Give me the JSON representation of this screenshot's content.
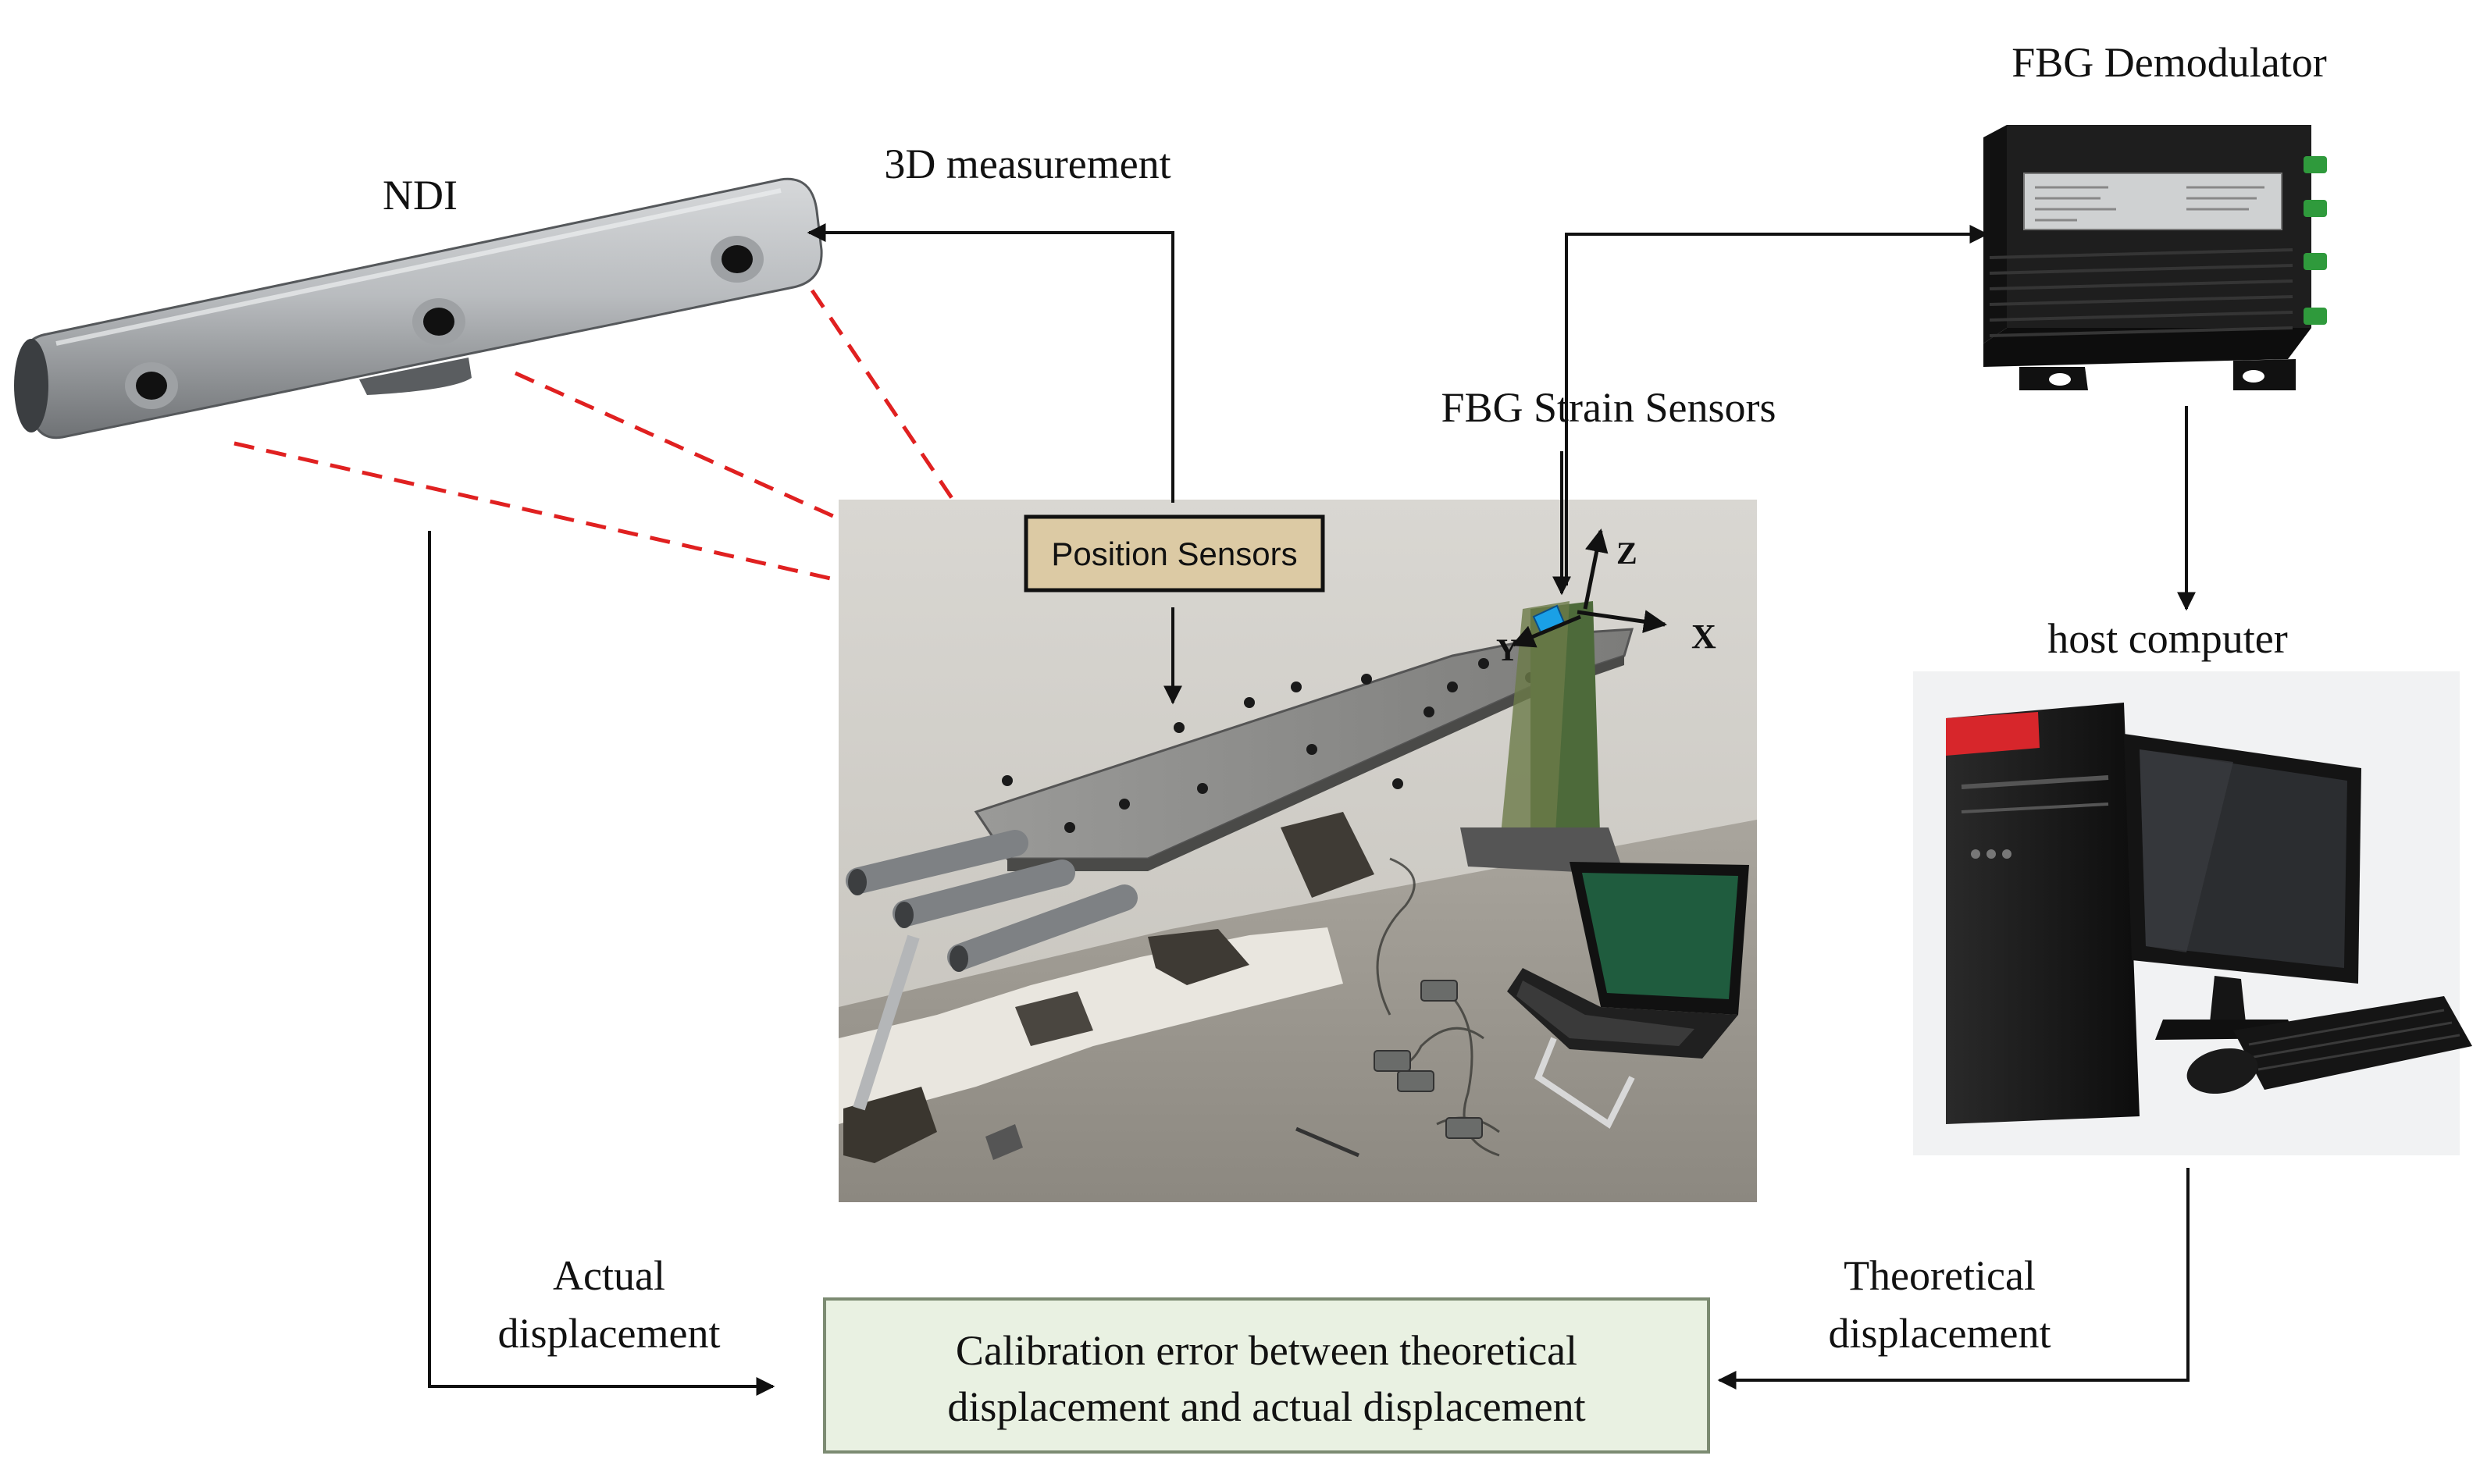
{
  "labels": {
    "ndi": "NDI",
    "measurement": "3D measurement",
    "demodulator": "FBG Demodulator",
    "strain_sensors": "FBG Strain Sensors",
    "position_sensors": "Position Sensors",
    "host_computer": "host computer",
    "actual_line1": "Actual",
    "actual_line2": "displacement",
    "theoretical_line1": "Theoretical",
    "theoretical_line2": "displacement",
    "result_line1": "Calibration error between theoretical",
    "result_line2": "displacement and actual displacement",
    "axis_x": "X",
    "axis_y": "Y",
    "axis_z": "Z"
  },
  "colors": {
    "line": "#111111",
    "laser": "#e02020",
    "position_box_fill": "#dccaa4",
    "result_box_fill": "#e9f1e2",
    "result_box_stroke": "#7c8b72",
    "computer_accent": "#d7262b"
  },
  "icons": [
    "ndi-tracker-icon",
    "fbg-demodulator-icon",
    "host-computer-icon",
    "test-rig-photo"
  ]
}
